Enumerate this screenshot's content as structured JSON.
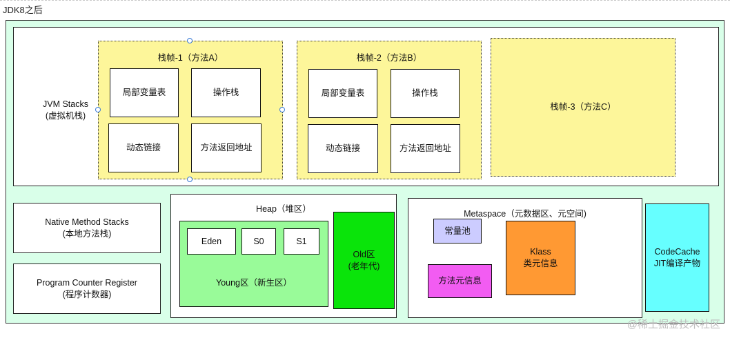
{
  "title": "JDK8之后",
  "jvm_stacks": {
    "label": "JVM Stacks\n(虚拟机栈)",
    "frames": [
      {
        "title": "栈帧-1（方法A）",
        "cells": [
          "局部变量表",
          "操作栈",
          "动态链接",
          "方法返回地址"
        ]
      },
      {
        "title": "栈帧-2（方法B）",
        "cells": [
          "局部变量表",
          "操作栈",
          "动态链接",
          "方法返回地址"
        ]
      },
      {
        "title": "栈帧-3（方法C）",
        "cells": []
      }
    ]
  },
  "native_method_stacks": "Native Method Stacks\n(本地方法栈)",
  "program_counter": "Program Counter Register\n(程序计数器)",
  "heap": {
    "title": "Heap（堆区）",
    "young": {
      "label": "Young区（新生区）",
      "cells": [
        "Eden",
        "S0",
        "S1"
      ]
    },
    "old": "Old区\n(老年代)"
  },
  "metaspace": {
    "title": "Metaspace（元数据区、元空间)",
    "constant_pool": "常量池",
    "method_meta": "方法元信息",
    "klass": "Klass\n类元信息"
  },
  "codecache": "CodeCache\nJIT编译产物",
  "watermark": "@稀土掘金技术社区",
  "colors": {
    "outer_bg": "#d9ffe9",
    "stack_frame": "#fdf69a",
    "young": "#99fb99",
    "old": "#0ae40a",
    "constant_pool": "#ccccff",
    "method_meta": "#f25cf2",
    "klass": "#ff9933",
    "codecache": "#66ffff"
  }
}
